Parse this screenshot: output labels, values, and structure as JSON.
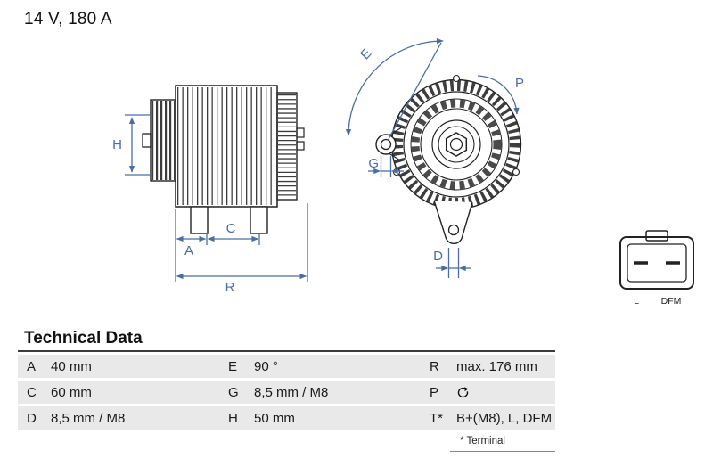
{
  "header": {
    "rating": "14 V, 180 A"
  },
  "diagram": {
    "dim_labels": {
      "H": "H",
      "A": "A",
      "C": "C",
      "R": "R",
      "E": "E",
      "P": "P",
      "G": "G",
      "D": "D"
    },
    "connector_labels": {
      "left": "L",
      "right": "DFM"
    },
    "colors": {
      "dimension": "#4a6da5",
      "outline": "#222222",
      "table_row": "#e9e9e9"
    }
  },
  "table": {
    "title": "Technical Data",
    "rows": [
      {
        "cells": [
          {
            "k": "A",
            "v": "40 mm"
          },
          {
            "k": "E",
            "v": "90 °"
          },
          {
            "k": "R",
            "v": "max. 176 mm"
          }
        ]
      },
      {
        "cells": [
          {
            "k": "C",
            "v": "60 mm"
          },
          {
            "k": "G",
            "v": "8,5 mm / M8"
          },
          {
            "k": "P",
            "v": "",
            "icon": "clockwise-rotation-arrow"
          }
        ]
      },
      {
        "cells": [
          {
            "k": "D",
            "v": "8,5 mm / M8"
          },
          {
            "k": "H",
            "v": "50 mm"
          },
          {
            "k": "T*",
            "v": "B+(M8), L, DFM"
          }
        ]
      }
    ],
    "footnote": "* Terminal"
  }
}
